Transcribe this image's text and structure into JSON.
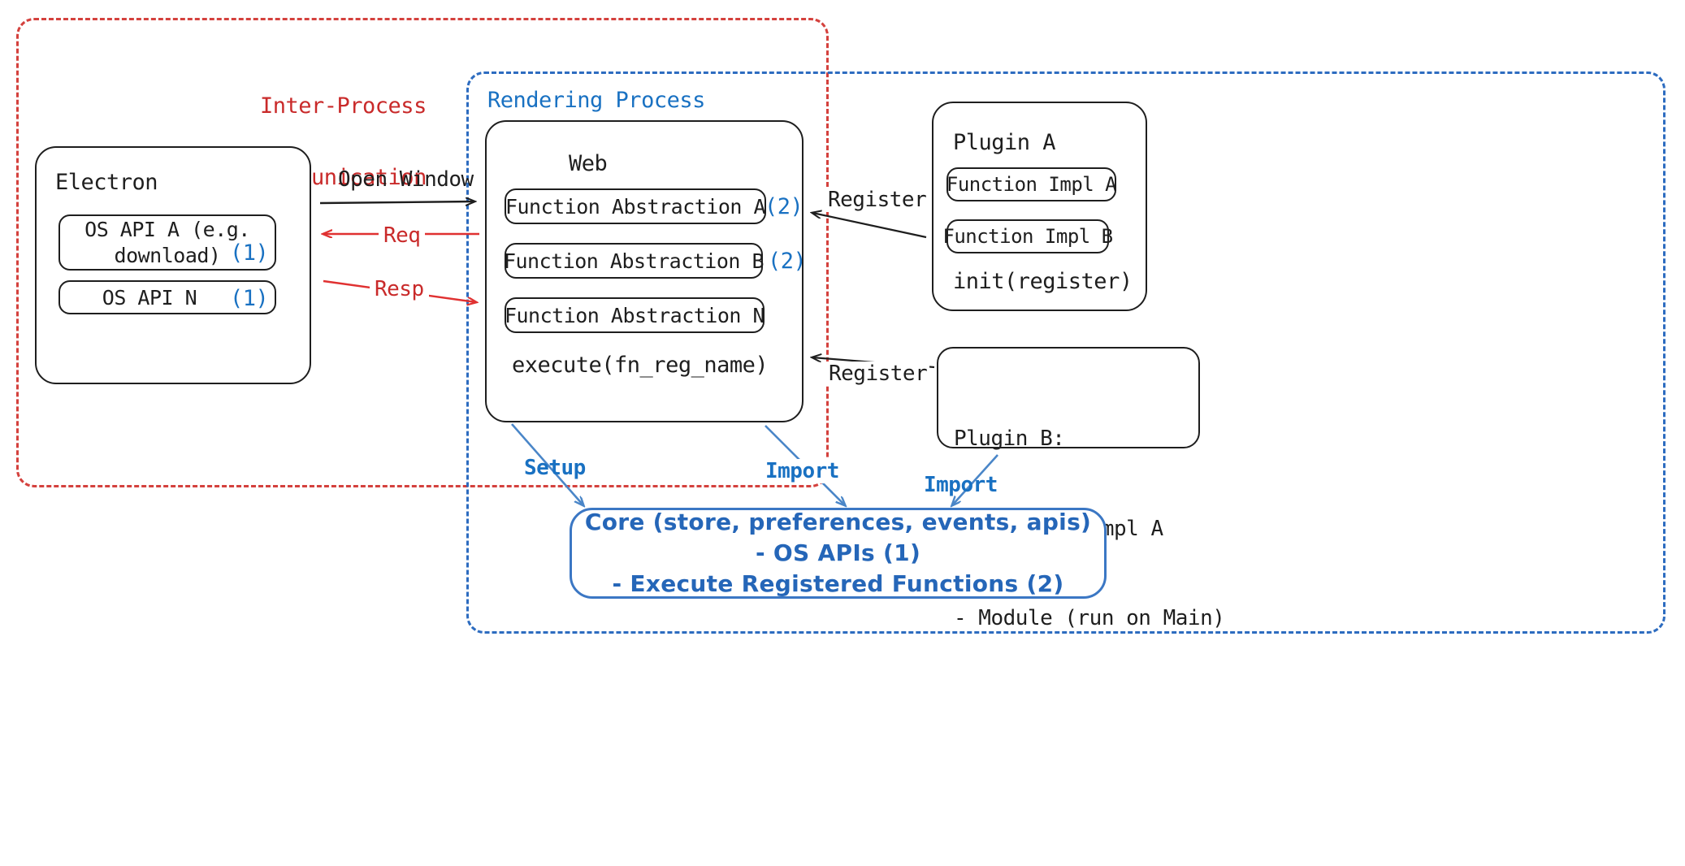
{
  "diagram": {
    "title": "Electron plugin architecture diagram",
    "colors": {
      "ipc_red": "#c92a2a",
      "render_blue": "#1971c2",
      "core_blue": "#2566b8",
      "stroke_black": "#1e1e1e"
    }
  },
  "regions": {
    "ipc": {
      "title_line1": "Inter-Process",
      "title_line2": "Communication"
    },
    "rendering": {
      "title": "Rendering Process"
    }
  },
  "electron": {
    "title": "Electron",
    "apis": [
      {
        "label": "OS API A (e.g.\ndownload)",
        "tag": "(1)"
      },
      {
        "label": "OS API N",
        "tag": "(1)"
      }
    ]
  },
  "web": {
    "title": "Web",
    "abstractions": [
      {
        "label": "Function Abstraction A",
        "tag": "(2)"
      },
      {
        "label": "Function Abstraction B",
        "tag": "(2)"
      },
      {
        "label": "Function Abstraction N",
        "tag": ""
      }
    ],
    "execute": "execute(fn_reg_name)"
  },
  "plugin_a": {
    "title": "Plugin A",
    "items": [
      "Function Impl A",
      "Function Impl B"
    ],
    "init": "init(register)"
  },
  "plugin_b": {
    "title": "Plugin B:",
    "items": [
      "- Function Impl A",
      "- Module (run on Main)"
    ]
  },
  "core": {
    "line1": "Core (store, preferences, events, apis)",
    "line2": "- OS APIs (1)",
    "line3": "- Execute Registered Functions (2)"
  },
  "edges": {
    "open_window": "Open Window",
    "req": "Req",
    "resp": "Resp",
    "register_a": "Register",
    "register_b": "Register",
    "setup": "Setup",
    "import_web": "Import",
    "import_plugin": "Import"
  }
}
